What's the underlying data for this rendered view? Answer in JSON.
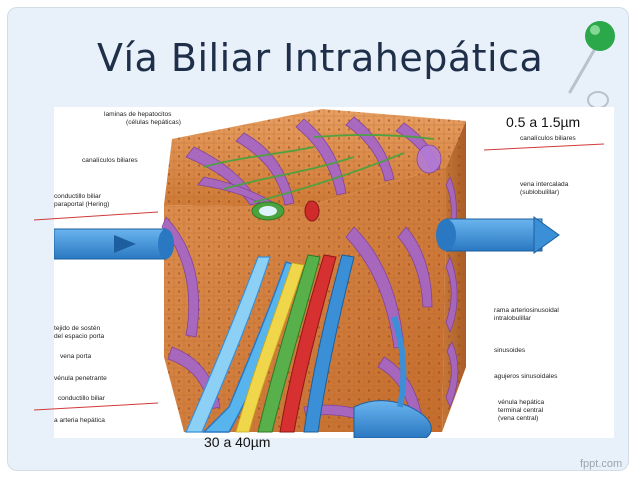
{
  "slide": {
    "title": "Vía Biliar Intrahepática",
    "credit": "fppt.com"
  },
  "measurements": {
    "canaliculus_diameter": "0.5 a 1.5µm",
    "ductule_diameter": "30 a 40µm"
  },
  "diagram": {
    "left_labels": {
      "hepatocyte_plates_line1": "laminas de hepatocitos",
      "hepatocyte_plates_line2": "(células hepáticas)",
      "bile_canaliculi": "canalículos biliares",
      "ductule_line1": "conductillo biliar",
      "ductule_line2": "paraportal (Hering)",
      "connective_line1": "tejido de sostén",
      "connective_line2": "del espacio porta",
      "portal_vein": "vena porta",
      "penetrating_venule": "vénula penetrante",
      "bile_ductule": "conductillo biliar",
      "hepatic_artery": "a arteria hepática"
    },
    "right_labels": {
      "bile_canaliculi": "canalículos biliares",
      "intercalated_vein_line1": "vena intercalada",
      "intercalated_vein_line2": "(sublobulillar)",
      "arteriosinusoidal_line1": "rama arteriosinusoidal",
      "arteriosinusoidal_line2": "intralobulillar",
      "sinusoids": "sinusoides",
      "sinusoidal_holes": "agujeros sinusoidales",
      "central_vein_line1": "vénula hepática",
      "central_vein_line2": "terminal central",
      "central_vein_line3": "(vena central)"
    }
  },
  "colors": {
    "background": "#e8f1fa",
    "title": "#1f2f4a",
    "portal_vein_blue": "#3b8fd6",
    "artery_red": "#cf2b2b",
    "bile_green": "#58b04a",
    "hepatocyte_orange": "#d98a3e",
    "sinusoid_purple": "#a466c8",
    "pointer_red": "#d03a3a",
    "pin_green": "#2aa84a"
  }
}
